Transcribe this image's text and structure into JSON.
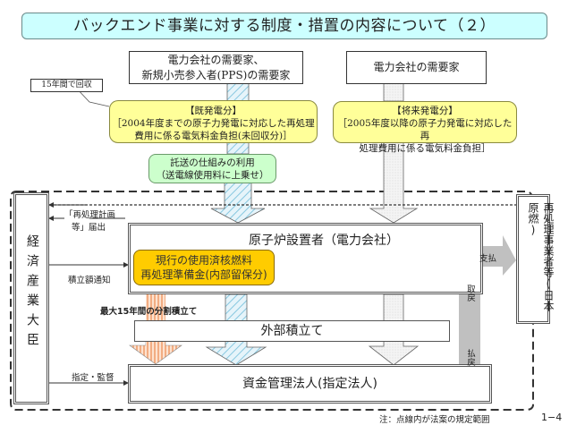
{
  "title": "バックエンド事業に対する制度・措置の内容について（２）",
  "consumers": {
    "left": [
      "電力会社の需要家、",
      "新規小売参入者(PPS)の需要家"
    ],
    "right": "電力会社の需要家"
  },
  "callout": "15年間で回収",
  "existing": {
    "heading": "【既発電分】",
    "line1": "［2004年度までの原子力発電に対応した再処理",
    "line2": "費用に係る電気料金負担(未回収分)］"
  },
  "future": {
    "heading": "【将来発電分】",
    "line1": "［2005年度以降の原子力発電に対応した再",
    "line2": "処理費用に係る電気料金負担］"
  },
  "transmission": {
    "line1": "託送の仕組みの利用",
    "line2": "（送電線使用料に上乗せ）"
  },
  "minister": "経済産業大臣",
  "reprocessor": "再処理事業者等(日本原燃)",
  "operator": "原子炉設置者（電力会社）",
  "reserve": {
    "line1": "現行の使用済核燃料",
    "line2": "再処理準備金(内部留保分)"
  },
  "external": "外部積立て",
  "fund": "資金管理法人(指定法人)",
  "labels": {
    "plan_notice_1": "「再処理計画",
    "plan_notice_2": "等」届出",
    "amount_notice": "積立額通知",
    "split_reserve": "最大15年間の分割積立て",
    "designation": "指定・監督",
    "payment": "支払",
    "withdraw": "取戻",
    "pay_back": "払戻"
  },
  "note": "注：点線内が法案の規定範囲",
  "page_number": "1−4",
  "colors": {
    "title_bg": "#ccffff",
    "yellow_box": "#ffff99",
    "green_box": "#ccffcc",
    "orange_box": "#ffcc00",
    "gray_arrow": "#c0c0c0",
    "orange_stripe": "#f0a070",
    "blue_stripe": "#88c8e0"
  }
}
